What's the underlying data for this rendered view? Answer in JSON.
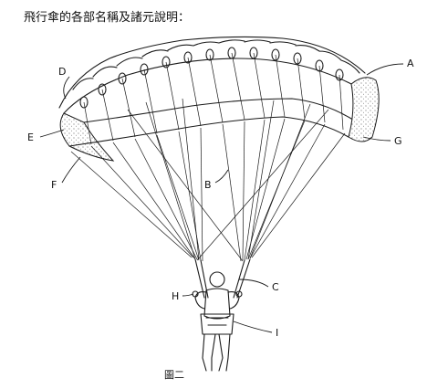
{
  "title": "飛行傘的各部名稱及諸元說明：",
  "caption": "圖二",
  "labels": {
    "A": "A",
    "B": "B",
    "C": "C",
    "D": "D",
    "E": "E",
    "F": "F",
    "G": "G",
    "H": "H",
    "I": "I"
  }
}
